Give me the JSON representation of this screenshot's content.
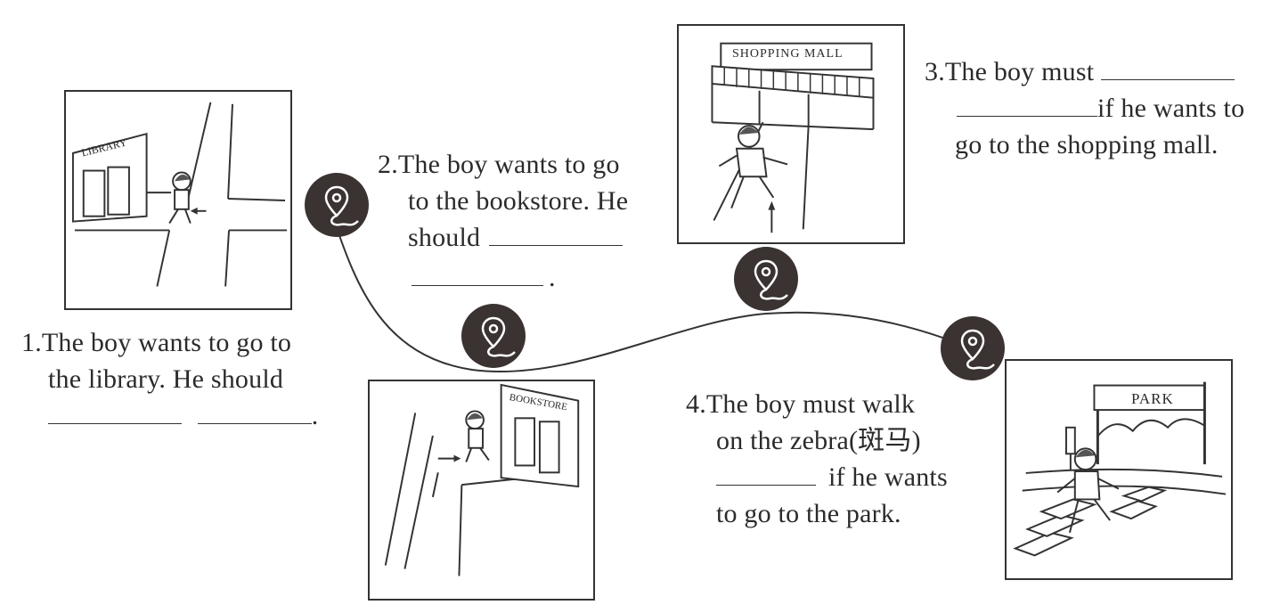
{
  "questions": [
    {
      "number": "1.",
      "lines": [
        "The boy wants to go to",
        "the library. He should"
      ]
    },
    {
      "number": "2.",
      "lines": [
        "The boy wants to go",
        "to the bookstore. He",
        "should"
      ]
    },
    {
      "number": "3.",
      "lines": [
        "The boy must",
        "if he wants to",
        "go to the shopping mall."
      ]
    },
    {
      "number": "4.",
      "lines": [
        "The boy must walk",
        "on the zebra(斑马)",
        "if he wants",
        "to go to the park."
      ]
    }
  ],
  "punctuation": {
    "period": "."
  },
  "signs": {
    "library": "LIBRARY",
    "bookstore": "BOOKSTORE",
    "mall": "SHOPPING MALL",
    "park": "PARK"
  },
  "icons": [
    "location-pin-icon",
    "location-pin-icon",
    "location-pin-icon",
    "location-pin-icon"
  ],
  "colors": {
    "ink": "#333333",
    "pin": "#3a3332"
  }
}
